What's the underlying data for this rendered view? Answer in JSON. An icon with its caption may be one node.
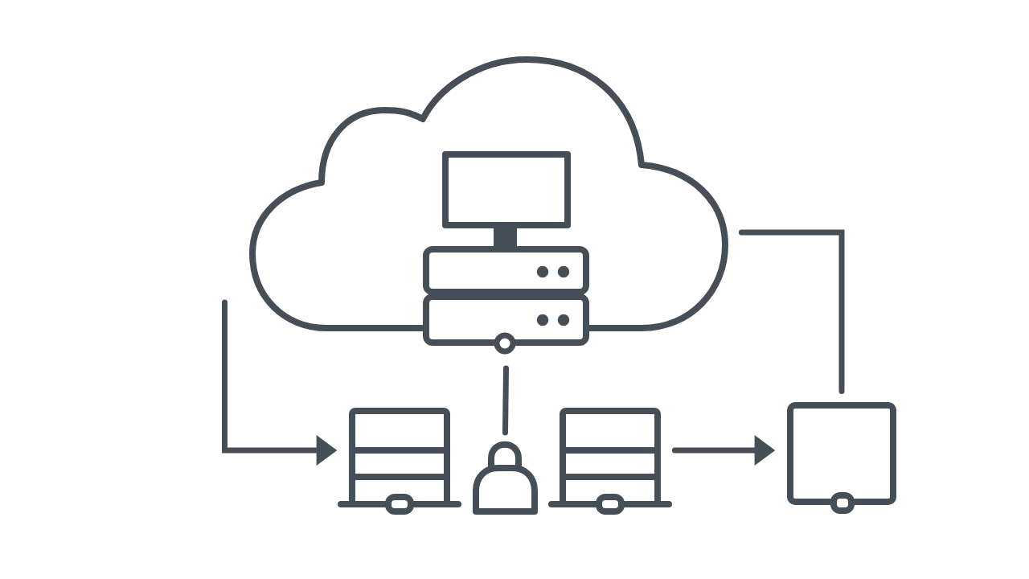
{
  "diagram": {
    "nodes": [
      {
        "text": [],
        "shape": "cloud"
      },
      {
        "text": [],
        "shape": "picture"
      },
      {
        "text": [],
        "shape": "picture"
      },
      {
        "text": [],
        "shape": "picture"
      },
      {
        "text": [],
        "shape": "picture"
      },
      {
        "text": [],
        "shape": "box"
      }
    ],
    "edges": [
      {
        "from": null,
        "to": 2,
        "arrow": "to"
      },
      {
        "from": 1,
        "to": 3,
        "arrow": "none"
      },
      {
        "from": 4,
        "to": 5,
        "arrow": "to"
      },
      {
        "from": 0,
        "to": 5,
        "arrow": "none"
      }
    ]
  }
}
